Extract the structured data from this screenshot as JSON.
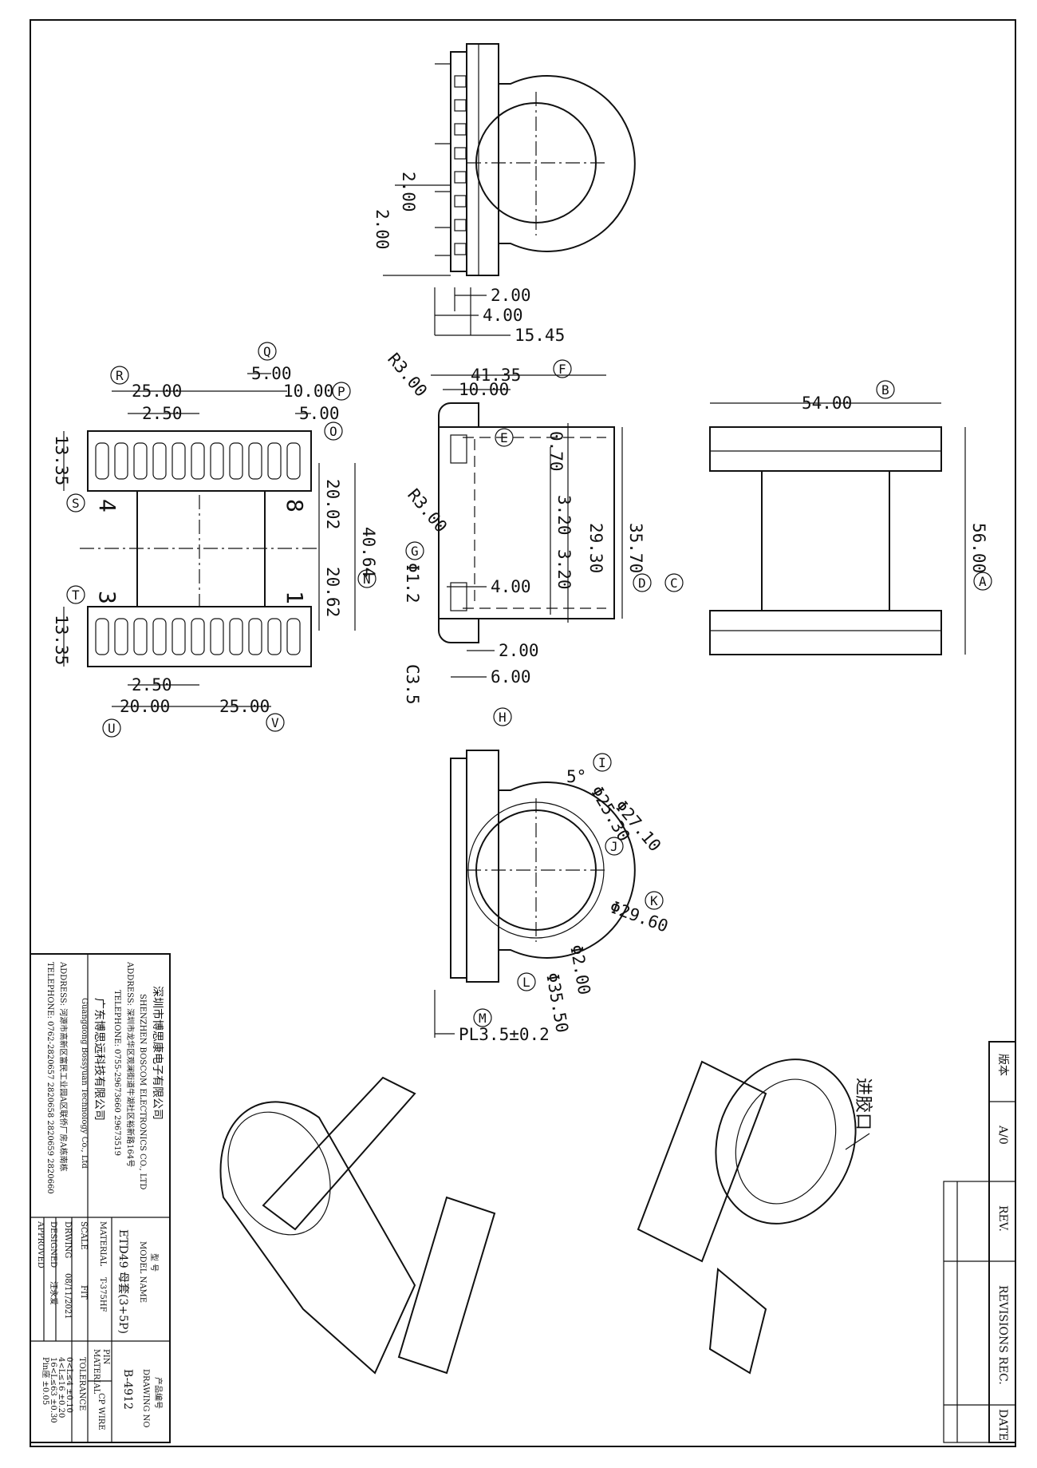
{
  "company": {
    "cn": "深圳市博思康电子有限公司",
    "en": "SHENZHEN BOSCOM ELECTRONICS CO., LTD",
    "address": "ADDRESS: 深圳市龙华区观澜街道牛湖社区裕新路164号",
    "telephone": "TELEPHONE: 0755-29673660 29673519"
  },
  "company2": {
    "cn": "广东博思远科技有限公司",
    "en": "Guangdong Bossyuan Technology Co., Ltd",
    "address": "ADDRESS: 河源市高新区富民工业园A区联侨厂房A栋南栋",
    "telephone": "TELEPHONE: 0762-2820657 2820658 2820659 2820660"
  },
  "title_block": {
    "model_label_cn": "型 号",
    "model_label_en": "MODEL NAME",
    "model_value": "ETD49 母套(3+5P)",
    "material_label": "MATERIAL",
    "material_value": "T-375HF",
    "scale_label": "SCALE",
    "scale_value": "FIT",
    "drwing_label": "DRWING",
    "drwing_value": "08/11/2021",
    "designed_label": "DESIGNED",
    "designed_value": "汪永爱",
    "approved_label": "APPROVED",
    "product_no_cn": "产品编号",
    "drawing_no_label": "DRAWING NO",
    "drawing_no_value": "B-4912",
    "pin_label": "PIN",
    "pin_material_label": "MATERIAL",
    "pin_material_value": "CP WIRE",
    "tolerance_label": "TOLERANCE",
    "tolerance_lines": [
      "0<L≤4    ±0.10",
      "4<L≤16   ±0.20",
      "16<L≤63  ±0.30",
      "Pin座    ±0.05"
    ]
  },
  "revision_block": {
    "version_label": "版本",
    "version_value": "A/0",
    "rev_label": "REV.",
    "revisions_label": "REVISIONS REC.",
    "date_label": "DATE"
  },
  "annotation": {
    "gate": "进胶口"
  },
  "top_view_dims": [
    "2.00",
    "2.00",
    "2.00",
    "4.00",
    "15.45"
  ],
  "left_view_dims": [
    "25.00",
    "5.00",
    "10.00",
    "2.50",
    "5.00",
    "13.35",
    "20.02",
    "40.64",
    "20.62",
    "13.35",
    "2.50",
    "20.00",
    "25.00"
  ],
  "left_view_pins": [
    "4",
    "8",
    "3",
    "1"
  ],
  "left_view_balloons": [
    "R",
    "Q",
    "P",
    "O",
    "S",
    "N",
    "T",
    "U",
    "V"
  ],
  "center_view_dims": [
    "41.35",
    "R3.00",
    "10.00",
    "0.70",
    "R3.00",
    "3.20",
    "3.20",
    "29.30",
    "35.70",
    "Φ1.2",
    "4.00",
    "2.00",
    "C3.5",
    "6.00"
  ],
  "center_view_balloons": [
    "F",
    "E",
    "D",
    "C",
    "G",
    "H"
  ],
  "right_view_dims": [
    "54.00",
    "56.00"
  ],
  "right_view_balloons": [
    "B",
    "A"
  ],
  "bottom_view_dims": [
    "5°",
    "Φ25.30",
    "Φ27.10",
    "Φ29.60",
    "Φ2.00",
    "Φ35.50",
    "PL3.5±0.2"
  ],
  "bottom_view_balloons": [
    "I",
    "J",
    "K",
    "L",
    "M"
  ]
}
